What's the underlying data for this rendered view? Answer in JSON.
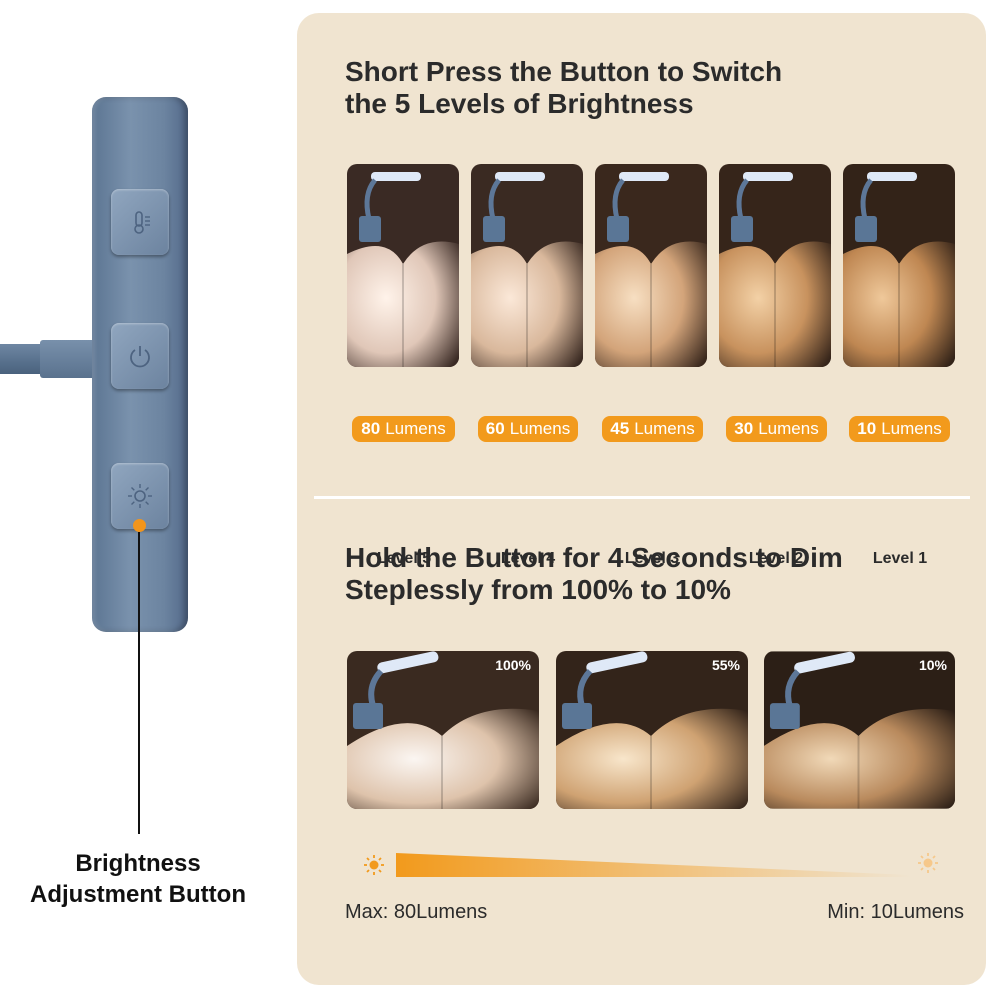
{
  "device": {
    "label_line1": "Brightness",
    "label_line2": "Adjustment Button",
    "buttons": [
      "color-temperature-icon",
      "power-icon",
      "brightness-icon"
    ]
  },
  "section1": {
    "title_line1": "Short Press the Button to Switch",
    "title_line2": "the 5 Levels of Brightness",
    "levels": [
      {
        "name": "Level 5",
        "value": "80",
        "unit": "Lumens"
      },
      {
        "name": "Level 4",
        "value": "60",
        "unit": "Lumens"
      },
      {
        "name": "Level 3",
        "value": "45",
        "unit": "Lumens"
      },
      {
        "name": "Level 2",
        "value": "30",
        "unit": "Lumens"
      },
      {
        "name": "Level 1",
        "value": "10",
        "unit": "Lumens"
      }
    ]
  },
  "section2": {
    "title_line1": "Hold the Button for 4 Seconds to Dim",
    "title_line2": "Steplessly from 100% to 10%",
    "photos": [
      {
        "percent": "100%"
      },
      {
        "percent": "55%"
      },
      {
        "percent": "10%"
      }
    ],
    "max_label": "Max: 80",
    "max_unit": "Lumens",
    "min_label": "Min: 10",
    "min_unit": "Lumens"
  },
  "colors": {
    "panel": "#f0e4d0",
    "accent": "#f29a1c",
    "device": "#6c84a0"
  }
}
